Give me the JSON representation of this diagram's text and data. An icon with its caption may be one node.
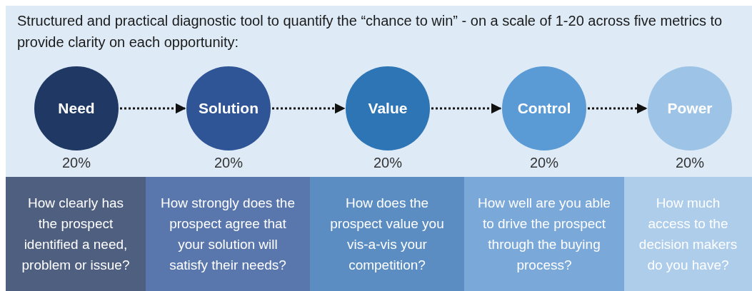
{
  "diagram": {
    "title": "Structured and practical diagnostic tool to quantify the “chance to win” - on a scale of 1-20 across five metrics to provide clarity on each opportunity:",
    "nodes": [
      {
        "text": [
          "Need"
        ],
        "beside": [
          "20%"
        ]
      },
      {
        "text": [
          "Solution"
        ],
        "beside": [
          "20%"
        ]
      },
      {
        "text": [
          "Value"
        ],
        "beside": [
          "20%"
        ]
      },
      {
        "text": [
          "Control"
        ],
        "beside": [
          "20%"
        ]
      },
      {
        "text": [
          "Power"
        ],
        "beside": [
          "20%"
        ]
      },
      {
        "text": [
          "How clearly has the prospect identified a need, problem or issue?"
        ]
      },
      {
        "text": [
          "How strongly does the prospect agree that your solution will satisfy their needs?"
        ]
      },
      {
        "text": [
          "How does the prospect value you vis-a-vis your competition?"
        ]
      },
      {
        "text": [
          "How well are you able to drive the prospect through the buying process?"
        ]
      },
      {
        "text": [
          "How much access to the decision makers do you have?"
        ]
      }
    ],
    "edges": [
      {
        "from": 0,
        "to": 1,
        "arrow": "to",
        "style": "dashed"
      },
      {
        "from": 1,
        "to": 2,
        "arrow": "to",
        "style": "dashed"
      },
      {
        "from": 2,
        "to": 3,
        "arrow": "to",
        "style": "dashed"
      },
      {
        "from": 3,
        "to": 4,
        "arrow": "to",
        "style": "dashed"
      }
    ]
  }
}
